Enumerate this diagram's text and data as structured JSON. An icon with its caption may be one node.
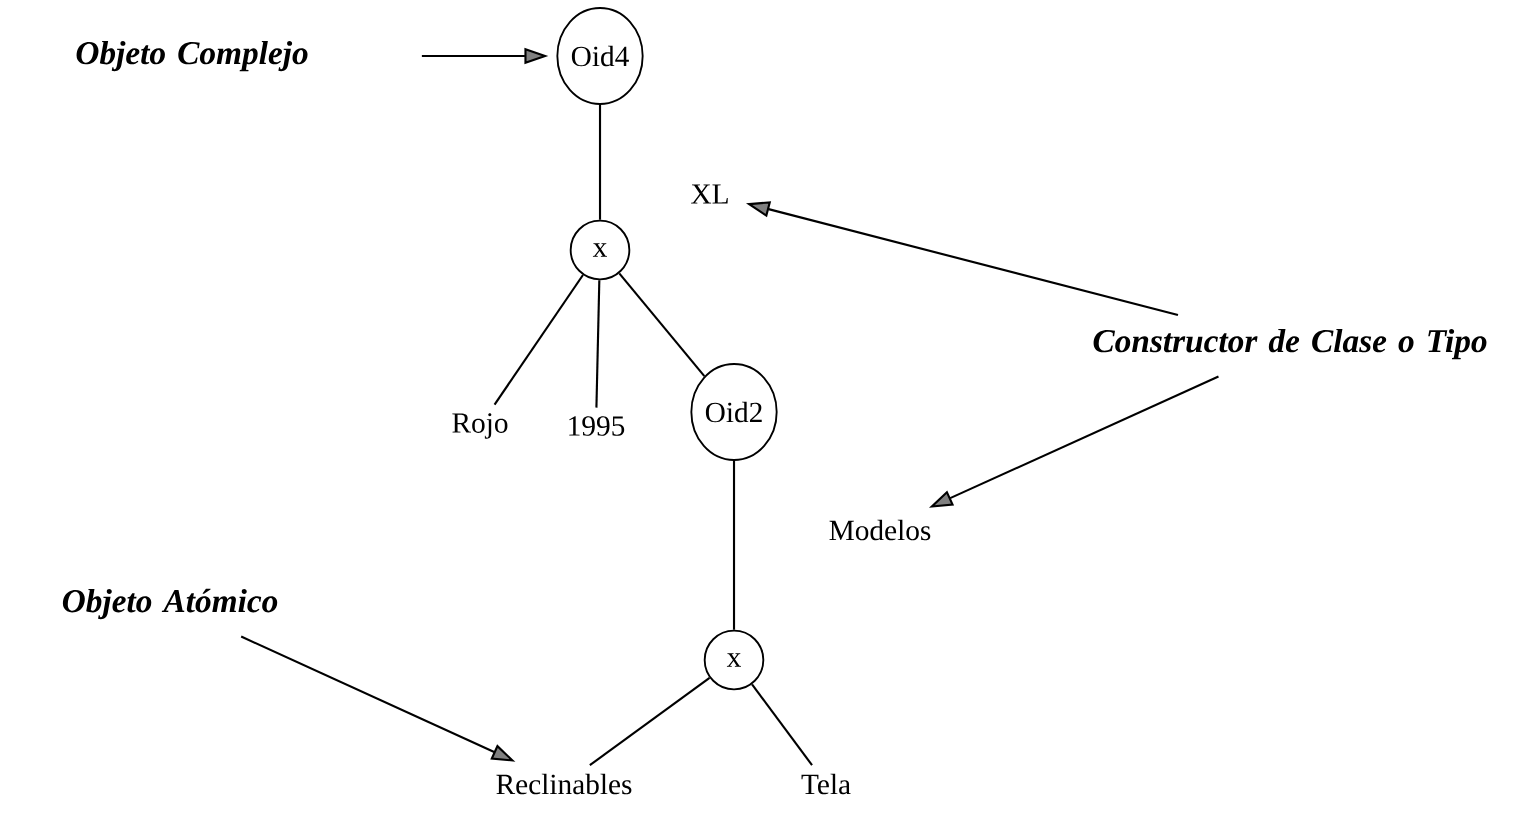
{
  "diagram": {
    "nodes": [
      {
        "text": [
          "Objeto Complejo"
        ]
      },
      {
        "text": [
          "Oid4"
        ]
      },
      {
        "text": [
          "XL"
        ]
      },
      {
        "text": [
          "x"
        ]
      },
      {
        "text": [
          "Constructor de Clase o Tipo"
        ]
      },
      {
        "text": [
          "Rojo"
        ]
      },
      {
        "text": [
          "1995"
        ]
      },
      {
        "text": [
          "Oid2"
        ]
      },
      {
        "text": [
          "Modelos"
        ]
      },
      {
        "text": [
          "Objeto Atómico"
        ]
      },
      {
        "text": [
          "x"
        ]
      },
      {
        "text": [
          "Reclinables"
        ]
      },
      {
        "text": [
          "Tela"
        ]
      }
    ],
    "edges": [
      {
        "from": 0,
        "to": 1,
        "arrow": "to"
      },
      {
        "from": 1,
        "to": 3,
        "arrow": "none"
      },
      {
        "from": 3,
        "to": 5,
        "arrow": "none"
      },
      {
        "from": 3,
        "to": 6,
        "arrow": "none"
      },
      {
        "from": 3,
        "to": 7,
        "arrow": "none"
      },
      {
        "from": 4,
        "to": 2,
        "arrow": "to"
      },
      {
        "from": 4,
        "to": 8,
        "arrow": "to"
      },
      {
        "from": 7,
        "to": 10,
        "arrow": "none"
      },
      {
        "from": 10,
        "to": 11,
        "arrow": "none"
      },
      {
        "from": 10,
        "to": 12,
        "arrow": "none"
      },
      {
        "from": 9,
        "to": 11,
        "arrow": "to"
      }
    ]
  }
}
